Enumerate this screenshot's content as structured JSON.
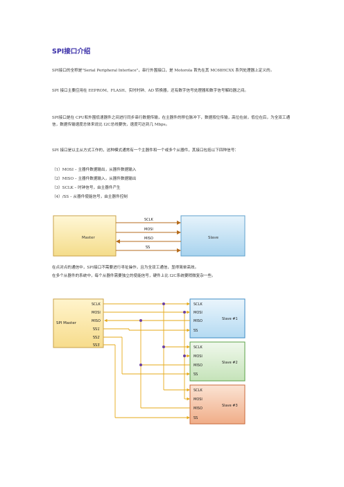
{
  "title": "SPI接口介绍",
  "paragraphs": [
    "SPI接口的全称是\"Serial Peripheral Interface\"，串行外围接口，是 Motorola 首先在其 MC68HCXX 系列处理器上定义的。",
    "SPI 接口主要应用在 EEPROM、FLASH、实时时钟、AD 转换器，还有数字信号处理器和数字信号解码器之间。",
    "SPI接口是在 CPU和外围低速器件之间进行同步串行数据传输，在主器件的移位脉冲下，数据按位传输，高位在前，低位在后，为全双工通信，数据传输速度总体来说比 I2C总线要快，速度可达到几 Mbps。",
    "SPI 接口是以主从方式工作的，这种模式通常有一个主器件和一个或多个从器件，其接口包括以下四种信号："
  ],
  "signals": [
    "（1）MOSI – 主器件数据输出，从器件数据输入",
    "（2）MISO – 主器件数据输入，从器件数据输出",
    "（3）SCLK – 时钟信号，由主器件产生",
    "（4）/SS – 从器件使能信号，由主器件控制"
  ],
  "diagram1": {
    "master": "Master",
    "slave": "Slave",
    "lines": [
      "SCLK",
      "MOSI",
      "MISO",
      "SS"
    ]
  },
  "paragraph_after": [
    "在点对点的通信中，SPI接口不需要进行寻址操作，且为全双工通信，显得简单高效。",
    "在多个从器件的系统中，每个从器件需要独立的使能信号，硬件上比 I2C系统要稍微复杂一些。"
  ],
  "diagram2": {
    "master": "SPI Master",
    "master_pins": [
      "SCLK",
      "MOSI",
      "MISO",
      "SS1",
      "SS2",
      "SS3"
    ],
    "slaves": [
      {
        "label": "Slave #1",
        "pins": [
          "SCLK",
          "MOSI",
          "MISO",
          "SS"
        ]
      },
      {
        "label": "Slave #2",
        "pins": [
          "SCLK",
          "MOSI",
          "MISO",
          "SS"
        ]
      },
      {
        "label": "Slave #3",
        "pins": [
          "SCLK",
          "MOSI",
          "MISO",
          "SS"
        ]
      }
    ],
    "colors": {
      "wire": "#e6a817",
      "slave1": "#cfe6f7",
      "slave2": "#dbeed6",
      "slave3": "#f5c2a8",
      "master": "#fce9b0",
      "dot": "#6b3fa0"
    }
  }
}
